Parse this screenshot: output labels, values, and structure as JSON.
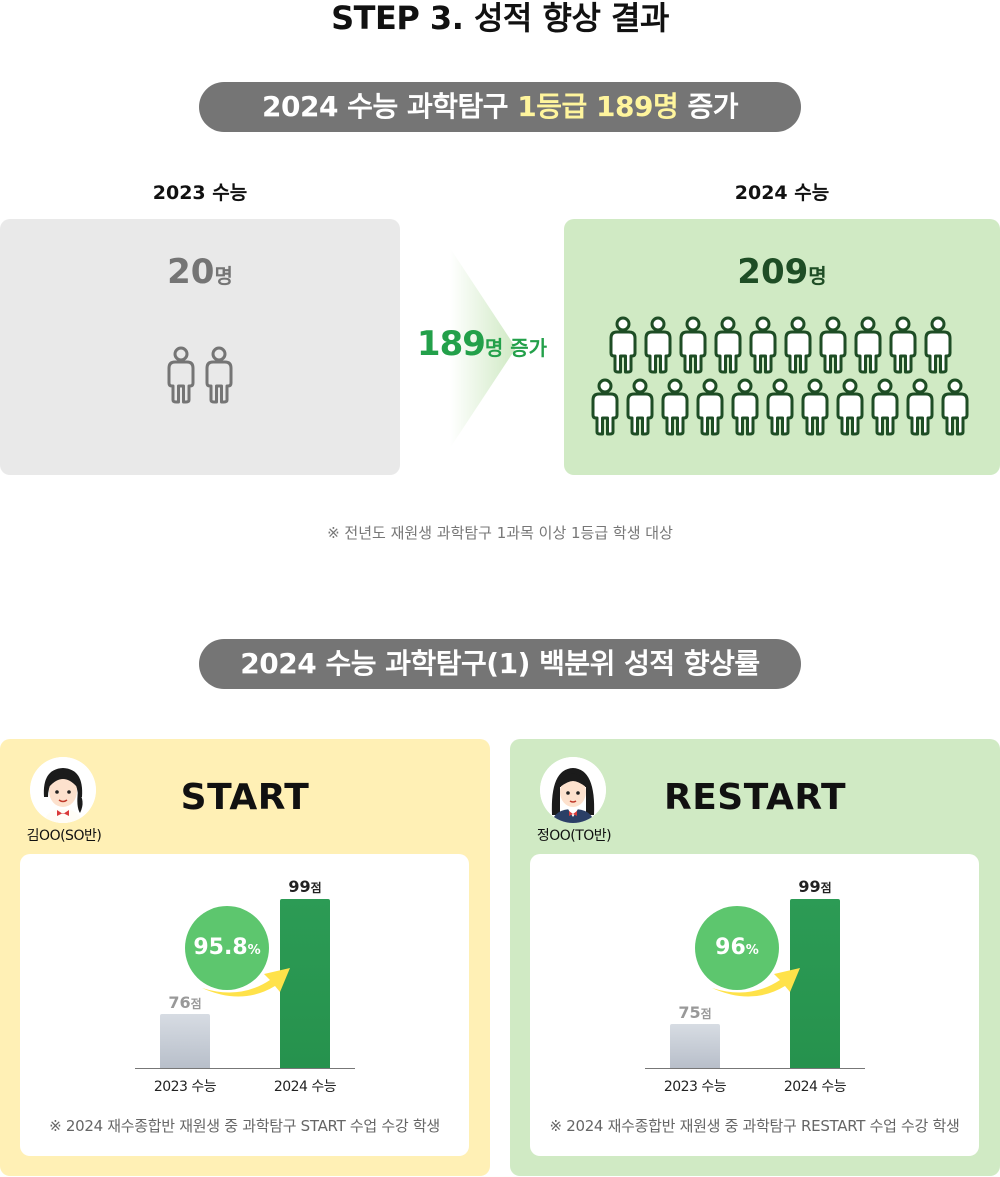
{
  "header": {
    "title": "STEP 3. 성적 향상 결과"
  },
  "banner1": {
    "prefix": "2024 수능 과학탐구 ",
    "highlight": "1등급 189명",
    "suffix": " 증가"
  },
  "comparison": {
    "left": {
      "year": "2023 수능",
      "count": "20",
      "unit": "명",
      "icons": 2
    },
    "right": {
      "year": "2024 수능",
      "count": "209",
      "unit": "명",
      "icons": 21
    },
    "increase": {
      "num": "189",
      "unit": "명 증가"
    },
    "note": "※ 전년도 재원생 과학탐구 1과목 이상 1등급 학생 대상"
  },
  "banner2": {
    "text": "2024 수능 과학탐구(1) 백분위 성적 향상률"
  },
  "cards": [
    {
      "title": "START",
      "student": "김OO(SO반)",
      "rate": "95.8",
      "rate_unit": "%",
      "prev_score": "76",
      "now_score": "99",
      "score_unit": "점",
      "prev_label": "2023 수능",
      "now_label": "2024 수능",
      "note": "※ 2024 재수종합반 재원생 중 과학탐구 START 수업 수강 학생"
    },
    {
      "title": "RESTART",
      "student": "정OO(TO반)",
      "rate": "96",
      "rate_unit": "%",
      "prev_score": "75",
      "now_score": "99",
      "score_unit": "점",
      "prev_label": "2023 수능",
      "now_label": "2024 수능",
      "note": "※ 2024 재수종합반 재원생 중 과학탐구 RESTART 수업 수강 학생"
    }
  ],
  "colors": {
    "accent_green": "#23a04a",
    "dark_green": "#1e4d25",
    "highlight_yellow": "#fff59d",
    "pill_gray": "#757575"
  }
}
